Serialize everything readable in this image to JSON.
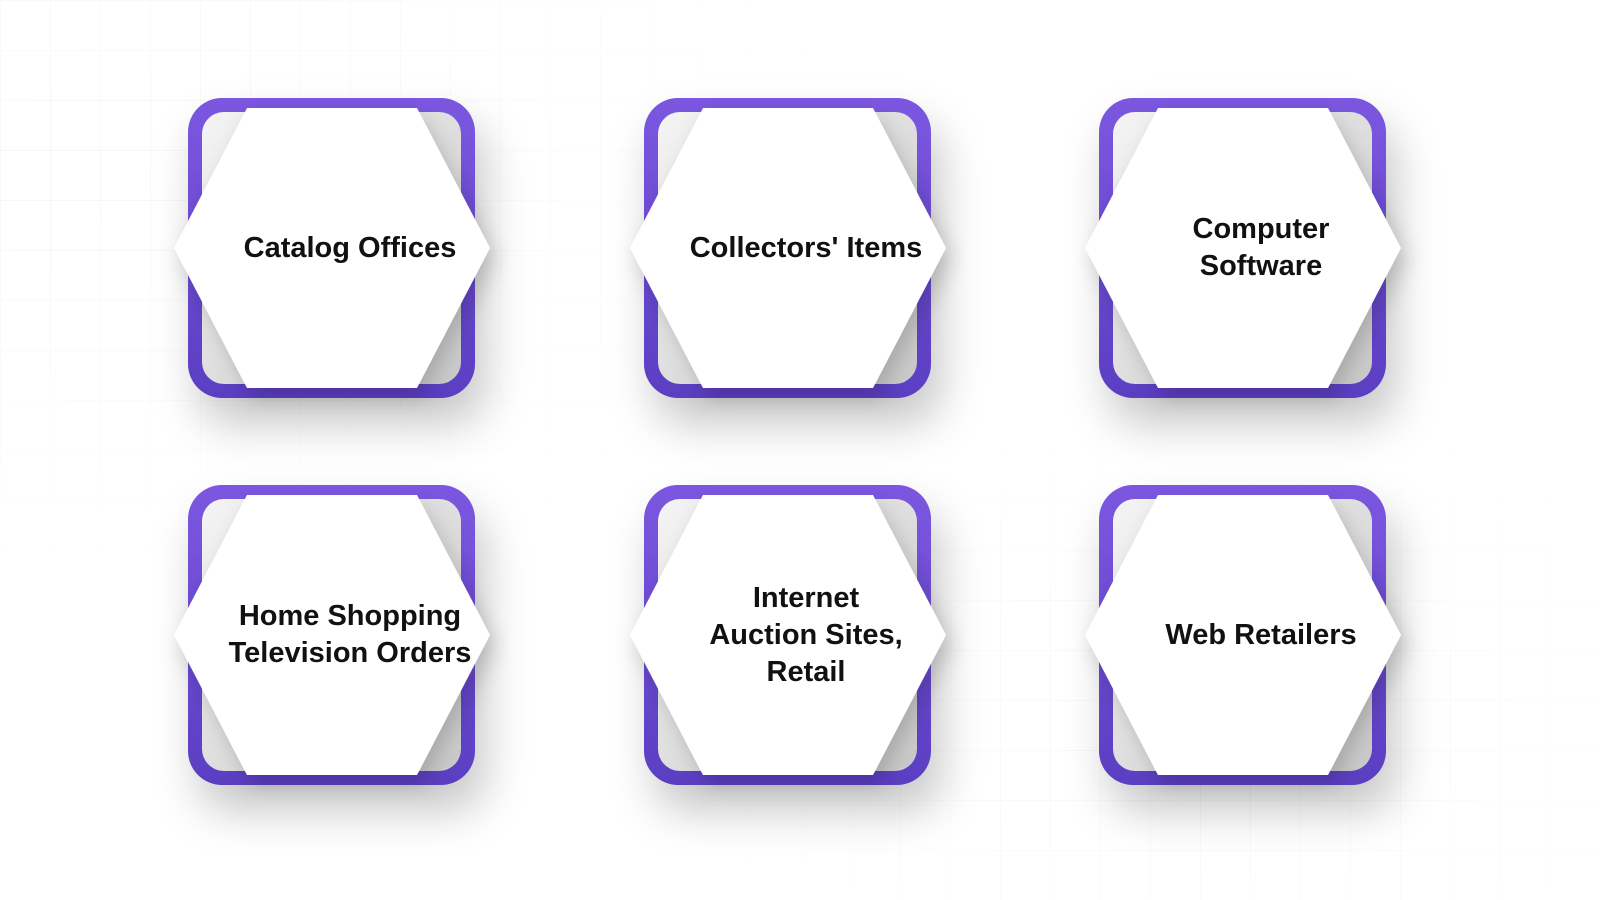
{
  "colors": {
    "frame_top": "#7b57e0",
    "frame_bottom": "#5b3ec2",
    "hexagon": "#ffffff",
    "text": "#111111",
    "grid_line": "#eceaf6"
  },
  "cards": [
    {
      "label": "Catalog Offices"
    },
    {
      "label": "Collectors' Items"
    },
    {
      "label": "Computer Software"
    },
    {
      "label": "Home Shopping\nTelevision Orders"
    },
    {
      "label": "Internet\nAuction Sites,\nRetail"
    },
    {
      "label": "Web Retailers"
    }
  ]
}
